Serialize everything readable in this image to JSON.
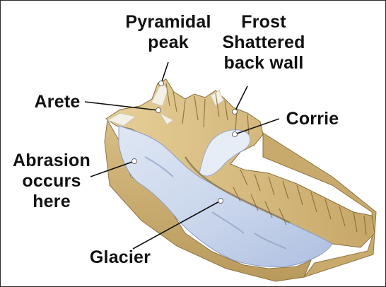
{
  "labels": {
    "pyramidal_peak": [
      "Pyramidal",
      "peak"
    ],
    "frost_shattered": [
      "Frost",
      "Shattered",
      "back wall"
    ],
    "arete": "Arete",
    "corrie": "Corrie",
    "abrasion": [
      "Abrasion",
      "occurs",
      "here"
    ],
    "glacier": "Glacier"
  },
  "colors": {
    "rock": "#d9bf86",
    "rock_dark": "#a98a4f",
    "ice": "#c8d6ec",
    "ice_shadow": "#9fb0d0",
    "snow": "#f4f1ea",
    "leader_line": "#111111"
  }
}
